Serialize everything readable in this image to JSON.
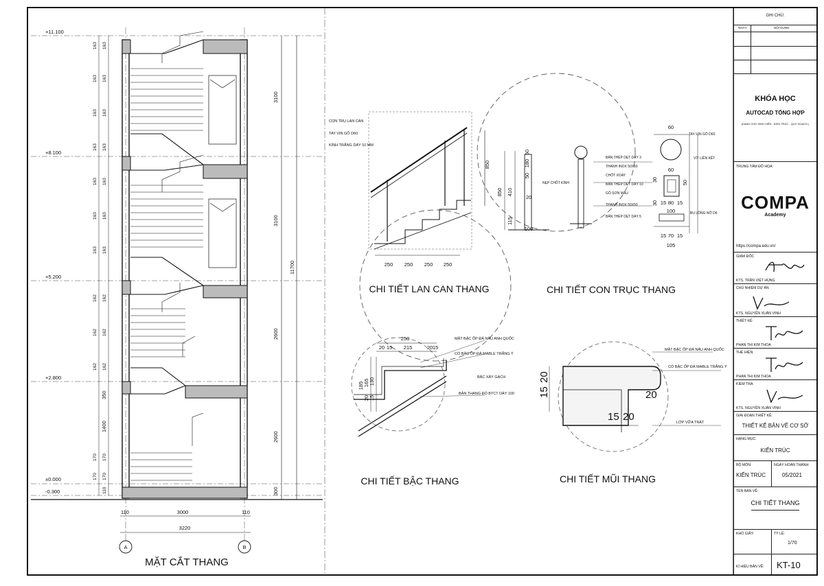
{
  "drawings": {
    "section_title": "MẶT CẮT THANG",
    "railing_title": "CHI TIẾT LAN CAN THANG",
    "post_title": "CHI TIẾT CON TRỤC THANG",
    "step_title": "CHI TIẾT BẬC THANG",
    "nosing_title": "CHI TIẾT MŨI THANG"
  },
  "section": {
    "levels": [
      "+11.100",
      "+8.100",
      "+5.200",
      "+2.800",
      "±0.000",
      "-0.300"
    ],
    "grid_a": "A",
    "grid_b": "B",
    "dim_total_width": "3220",
    "dim_inner_width": "3000",
    "dim_wall_left": "110",
    "dim_wall_right": "110",
    "dim_total_height": "11700",
    "dim_floor_heights": [
      "3100",
      "3100",
      "2600",
      "2600",
      "300"
    ],
    "riser_163": "163",
    "riser_162": "162",
    "riser_170": "170",
    "dim_350": "350",
    "dim_1400": "1400",
    "dim_110": "110"
  },
  "railing": {
    "labels": [
      "CỌN TRỤ LAN CAN",
      "TAY VỊN GỖ D60",
      "KÍNH TRẮNG DÀY 10 MM"
    ],
    "dims": [
      "250",
      "250",
      "250",
      "250"
    ],
    "height": "850"
  },
  "post": {
    "labels": [
      "BẢN THÉP DẸT DÀY 3",
      "THANH INOX 50X50",
      "CHỐT XOAY",
      "BẢN THÉP DẸT DÀY 10",
      "GỖ SƠN MÀU",
      "THANH INOX 50X50",
      "BẢN THÉP DẸT DÀY 5"
    ],
    "nep": "NẸP CHỐT KÍNH",
    "right_labels": [
      "TAY VỊN GỖ D60",
      "VÍT LIÊN KẾT",
      "BU LÔNG NỞ D6"
    ],
    "dims_left": [
      "50",
      "180",
      "50",
      "410",
      "850",
      "115",
      "20",
      "100"
    ],
    "dims_right": [
      "60",
      "60",
      "50",
      "30",
      "30",
      "15",
      "80",
      "15",
      "100",
      "105",
      "15",
      "70",
      "15"
    ]
  },
  "step": {
    "labels": [
      "MẶT BẬC ỐP ĐÁ NÂU ANH QUỐC",
      "CỔ BẬC ỐP ĐÁ MABLE TRẮNG Ý",
      "BẬC XÂY GẠCH",
      "BẢN THANG ĐỔ BTCT DÀY 100"
    ],
    "dims_top": [
      "250",
      "20",
      "15",
      "215",
      "20",
      "15"
    ],
    "dims_left": [
      "185",
      "165",
      "130",
      "20",
      "15"
    ]
  },
  "nosing": {
    "labels": [
      "MẶT BẬC ỐP ĐÁ NÂU ANH QUỐC",
      "CỔ BẬC ỐP ĐÁ MABLE TRẮNG Ý",
      "LỚP VỮA TRÁT"
    ],
    "dims": [
      "15",
      "20",
      "20",
      "15",
      "20"
    ]
  },
  "title_block": {
    "notes_title": "GHI CHÚ:",
    "col_date": "NGÀY",
    "col_content": "NỘI DUNG",
    "course_title_1": "KHÓA HỌC",
    "course_title_2": "AUTOCAD TỔNG HỢP",
    "course_sub": "(DÀNH CHO SINH VIÊN : KIẾN TRÚC - QUY HOẠCH )",
    "center_label": "TRUNG TÂM ĐỒ HỌA:",
    "logo_text": "COMPA",
    "logo_sub": "Academy",
    "website": "https://compa.edu.vn/",
    "director_label": "GIÁM ĐỐC",
    "director_name": "KTS. TRẦN VIỆT HÙNG",
    "pm_label": "CHỦ NHIỆM DỰ ÁN",
    "pm_name": "KTS. NGUYỄN XUÂN VINH",
    "design_label": "THIẾT KẾ:",
    "design_name": "PHAN THỊ KIM THOA",
    "draw_label": "THỂ HIỆN:",
    "draw_name": "PHAN THỊ KIM THOA",
    "check_label": "KIỂM TRA:",
    "check_name": "KTS. NGUYỄN XUÂN VINH",
    "stage_label": "GIAI ĐOẠN THIẾT KẾ:",
    "stage_value": "THIẾT KẾ BẢN VẼ CƠ SỞ",
    "item_label": "HẠNG MỤC:",
    "item_value": "KIẾN TRÚC",
    "dept_label": "BỘ MÔN:",
    "dept_value": "KIẾN TRÚC",
    "done_label": "NGÀY HOÀN THÀNH:",
    "done_value": "05/2021",
    "drawing_label": "TÊN BẢN VẼ:",
    "drawing_value": "CHI TIẾT THANG",
    "paper_label": "KHỔ GIẤY:",
    "scale_label": "TỶ LỆ:",
    "scale_value": "1/70",
    "code_label": "KÍ HIỆU BẢN VẼ:",
    "code_value": "KT-10"
  }
}
